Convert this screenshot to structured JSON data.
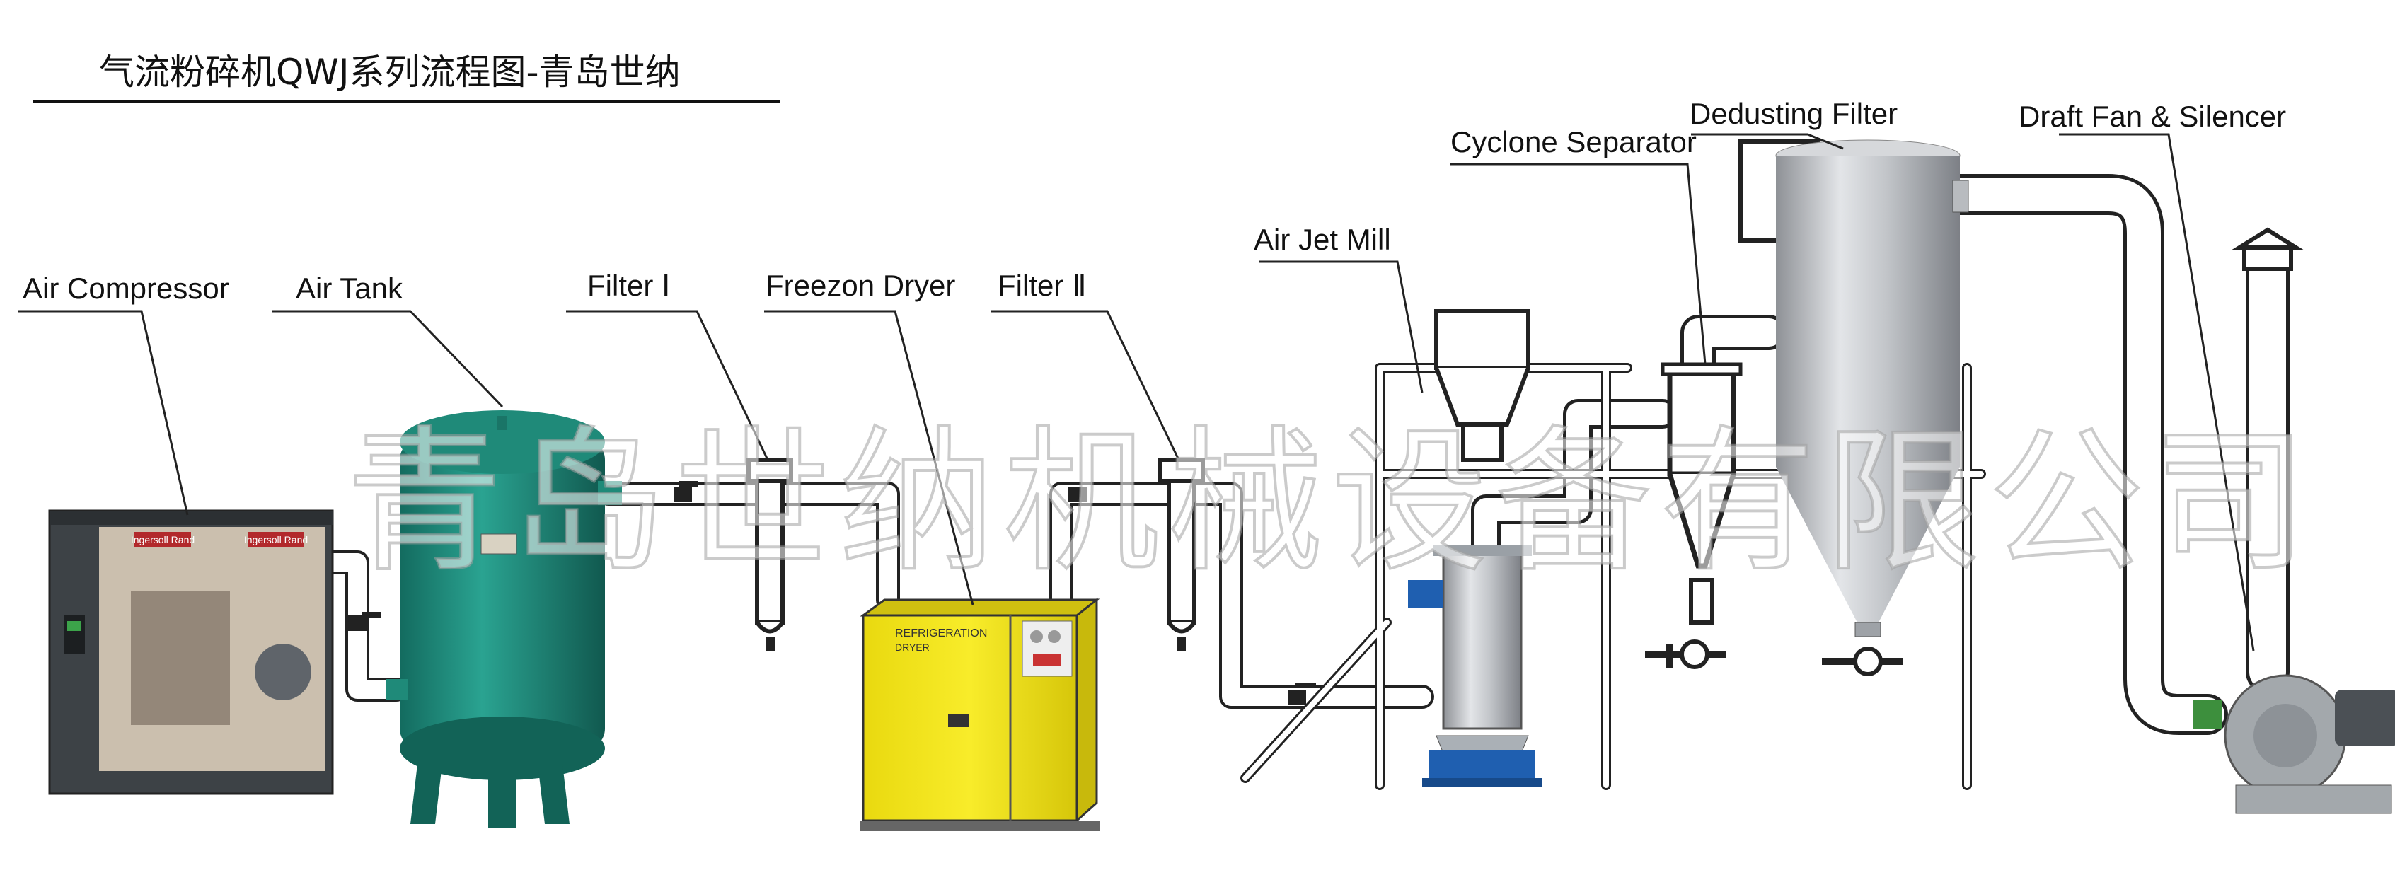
{
  "title": "气流粉碎机QWJ系列流程图-青岛世纳",
  "watermark": "青岛世纳机械设备有限公司",
  "labels": {
    "air_compressor": "Air Compressor",
    "air_tank": "Air Tank",
    "filter_1": "Filter Ⅰ",
    "freezon_dryer": "Freezon Dryer",
    "filter_2": "Filter Ⅱ",
    "air_jet_mill": "Air Jet Mill",
    "cyclone_separator": "Cyclone Separator",
    "dedusting_filter": "Dedusting Filter",
    "draft_fan_silencer": "Draft Fan & Silencer"
  },
  "equipment_text": {
    "compressor_brand_left": "Ingersoll Rand",
    "compressor_brand_right": "Ingersoll Rand",
    "dryer_panel_line1": "REFRIGERATION",
    "dryer_panel_line2": "DRYER"
  },
  "colors": {
    "tank_green": "#1e8f7e",
    "dryer_yellow": "#f4e61b",
    "pipe_stroke": "#222222",
    "steel": "#c4c6c9",
    "motor_blue": "#1f5fb0",
    "compressor_dark": "#3d4246"
  }
}
